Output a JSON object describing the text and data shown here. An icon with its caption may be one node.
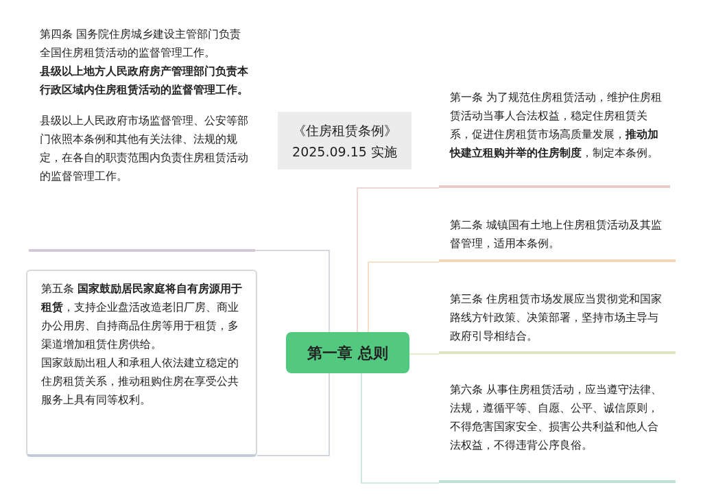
{
  "diagram": {
    "nodes": [
      {
        "text": [
          "第一章 总则"
        ]
      },
      {
        "text": [
          "第一条 为了规范住房租赁活动，维护住房租赁活动当事人合法权益，稳定住房租赁关系，促进住房租赁市场高质量发展，**推动加快建立租购并举的住房制度**，制定本条例。"
        ]
      },
      {
        "text": [
          "第二条 城镇国有土地上住房租赁活动及其监督管理，适用本条例。"
        ]
      },
      {
        "text": [
          "第三条 住房租赁市场发展应当贯彻党和国家路线方针政策、决策部署，坚持市场主导与政府引导相结合。"
        ]
      },
      {
        "text": [
          "第六条 从事住房租赁活动，应当遵守法律、法规，遵循平等、自愿、公平、诚信原则，不得危害国家安全、损害公共利益和他人合法权益，不得违背公序良俗。"
        ]
      },
      {
        "text": [
          "第四条 国务院住房城乡建设主管部门负责全国住房租赁活动的监督管理工作。**县级以上地方人民政府房产管理部门负责本行政区域内住房租赁活动的监督管理工作。**",
          "县级以上人民政府市场监督管理、公安等部门依照本条例和其他有关法律、法规的规定，在各自的职责范围内负责住房租赁活动的监督管理工作。"
        ]
      },
      {
        "text": [
          "第五条 **国家鼓励居民家庭将自有房源用于租赁**，支持企业盘活改造老旧厂房、商业办公用房、自持商品住房等用于租赁，多渠道增加租赁住房供给。",
          "国家鼓励出租人和承租人依法建立稳定的住房租赁关系，推动租购住房在享受公共服务上具有同等权利。"
        ]
      },
      {
        "text": [
          "《住房租赁条例》",
          "2025.09.15 实施"
        ]
      }
    ],
    "edges": [
      {
        "from": 0,
        "to": 1,
        "arrow": "none",
        "color": "#ecc9c9"
      },
      {
        "from": 0,
        "to": 2,
        "arrow": "none",
        "color": "#f3d6b3"
      },
      {
        "from": 0,
        "to": 3,
        "arrow": "none",
        "color": "#dfe5c0"
      },
      {
        "from": 0,
        "to": 4,
        "arrow": "none",
        "color": "#bfe0d6"
      },
      {
        "from": 0,
        "to": 5,
        "arrow": "none",
        "color": "#d2c8d8"
      },
      {
        "from": 0,
        "to": 6,
        "arrow": "none",
        "color": "#c3cbd8"
      }
    ]
  }
}
